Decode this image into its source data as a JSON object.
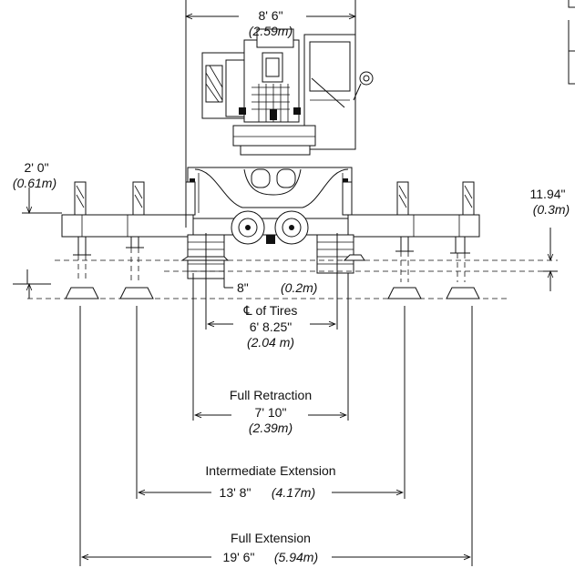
{
  "dimensions": {
    "overall_width": {
      "imperial": "8' 6\"",
      "metric": "(2.59m)"
    },
    "top_height": {
      "imperial": "2' 0\"",
      "metric": "(0.61m)"
    },
    "right_height": {
      "imperial": "11.94\"",
      "metric": "(0.3m)"
    },
    "small_offset": {
      "imperial": "8\"",
      "metric": "(0.2m)"
    },
    "tires_centerline": {
      "label": "℄ of Tires",
      "imperial": "6' 8.25\"",
      "metric": "(2.04 m)"
    },
    "full_retraction": {
      "label": "Full Retraction",
      "imperial": "7' 10\"",
      "metric": "(2.39m)"
    },
    "intermediate_extension": {
      "label": "Intermediate Extension",
      "imperial": "13' 8\"",
      "metric": "(4.17m)"
    },
    "full_extension": {
      "label": "Full Extension",
      "imperial": "19' 6\"",
      "metric": "(5.94m)"
    }
  }
}
